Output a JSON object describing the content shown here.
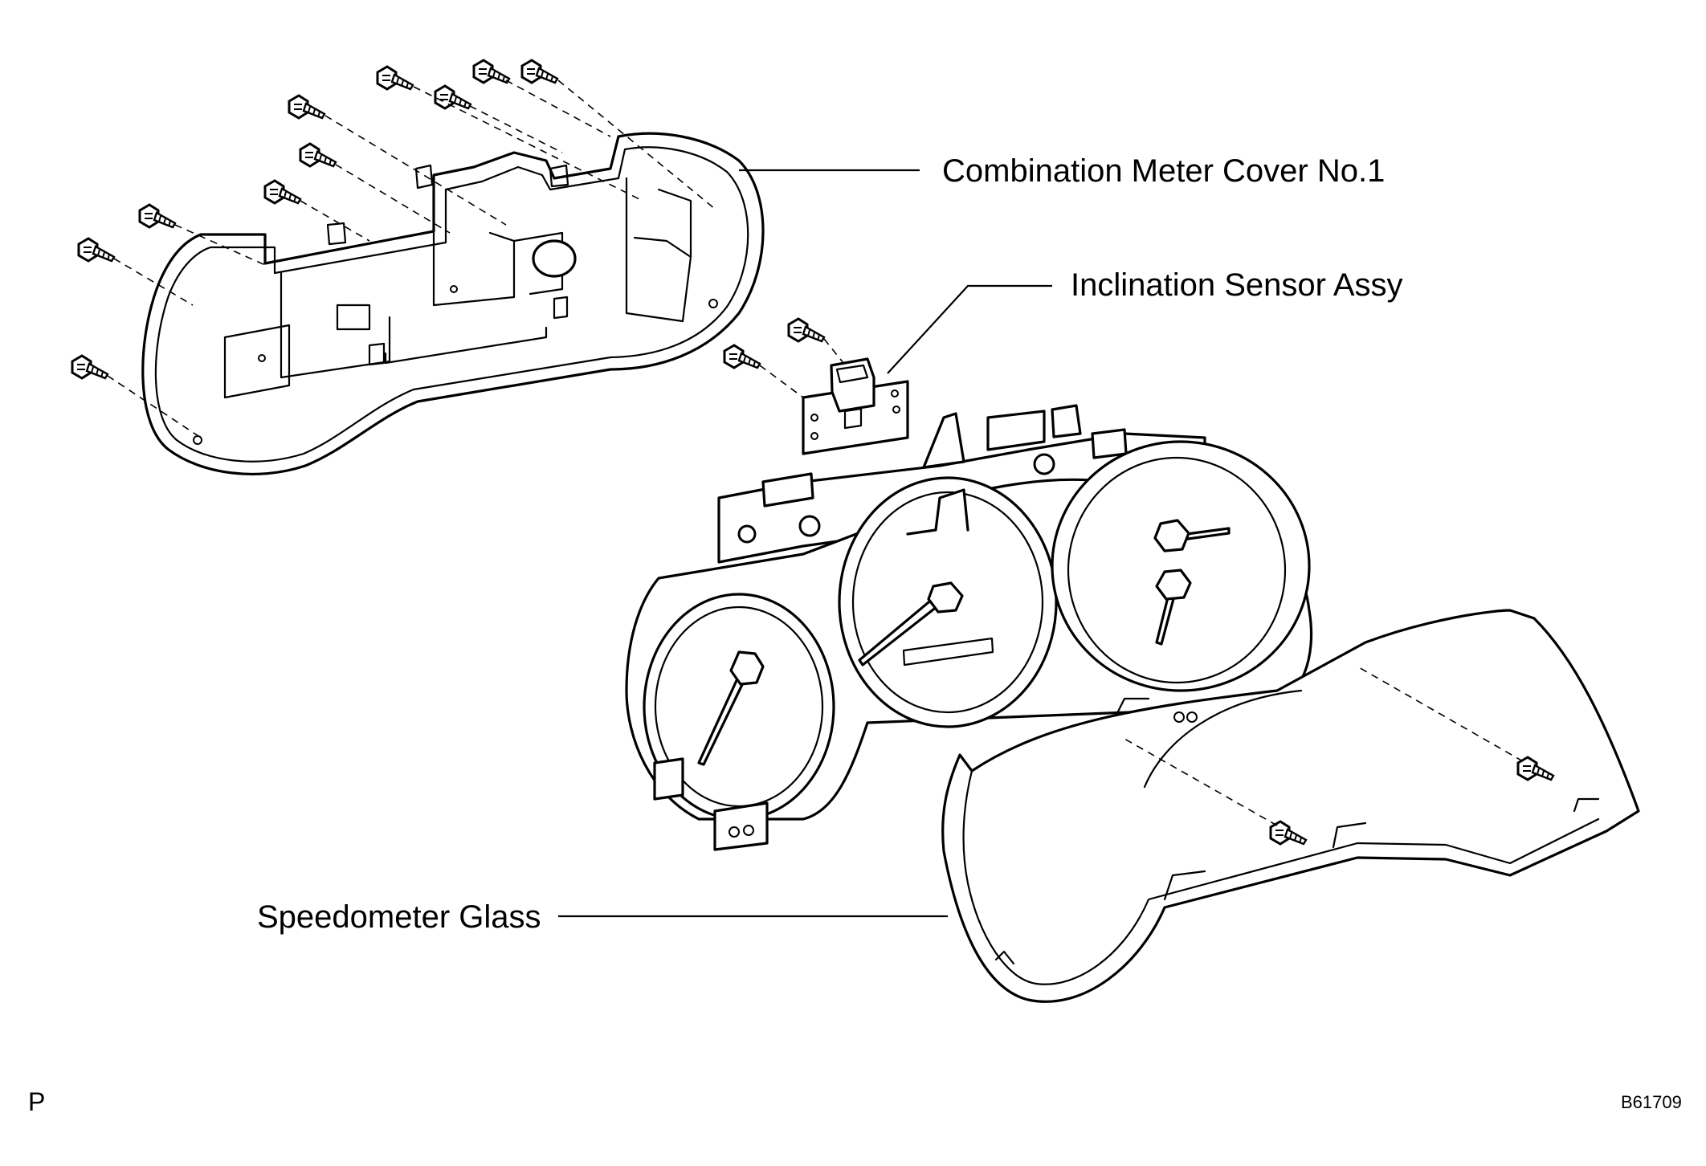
{
  "labels": {
    "cover": "Combination Meter Cover No.1",
    "sensor": "Inclination Sensor Assy",
    "glass": "Speedometer Glass"
  },
  "footer": {
    "left_mark": "P",
    "figure_code": "B61709"
  }
}
